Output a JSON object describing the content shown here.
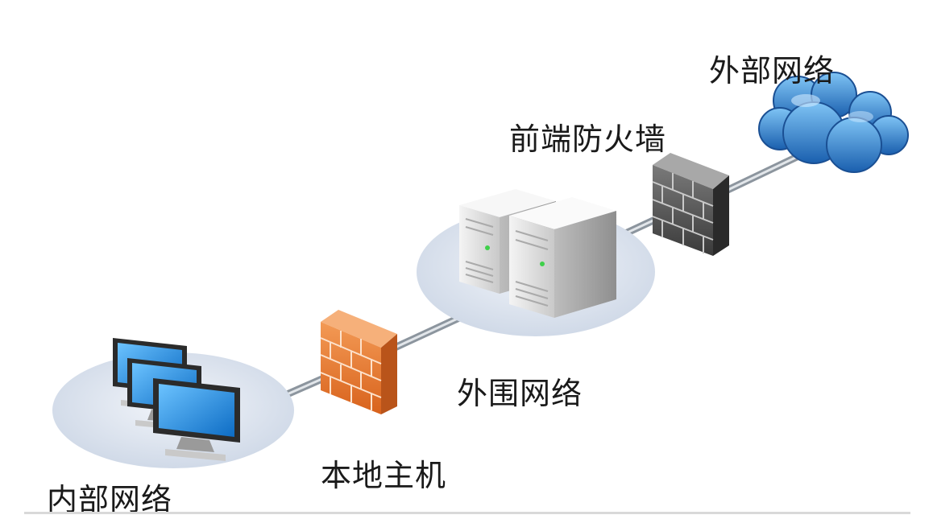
{
  "labels": {
    "internal_network": "内部网络",
    "local_host": "本地主机",
    "perimeter_network": "外围网络",
    "front_firewall": "前端防火墙",
    "external_network": "外部网络"
  },
  "colors": {
    "inner_firewall": "#e8762b",
    "front_firewall": "#4a4a4a",
    "cloud": "#2f86d3",
    "monitor_screen": "#1f8fe0",
    "ellipse": "#dfe6f1",
    "connector": "#9aa3ad"
  }
}
